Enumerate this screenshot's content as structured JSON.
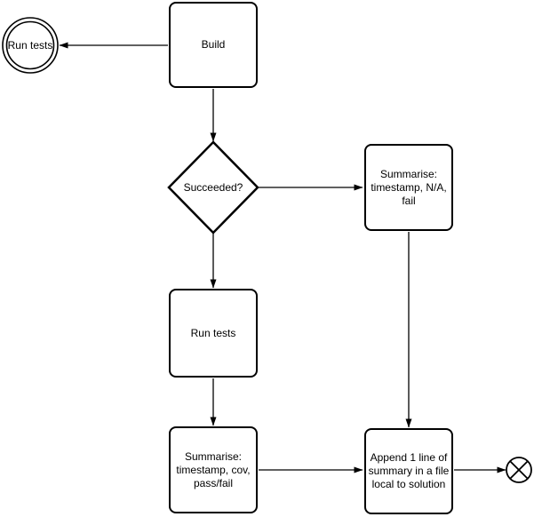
{
  "colors": {
    "stroke": "#000000",
    "node_fill": "#ffffff",
    "text": "#000000",
    "background": "#ffffff"
  },
  "nodes": {
    "start_event": {
      "type": "start-event-double-circle",
      "label": "Run tests"
    },
    "build": {
      "type": "process",
      "lines": [
        "Build"
      ]
    },
    "succeeded": {
      "type": "decision",
      "label": "Succeeded?"
    },
    "summarise_na": {
      "type": "process",
      "lines": [
        "Summarise:",
        "timestamp, N/A,",
        "fail"
      ]
    },
    "run_tests": {
      "type": "process",
      "lines": [
        "Run tests"
      ]
    },
    "summarise_cov": {
      "type": "process",
      "lines": [
        "Summarise:",
        "timestamp, cov,",
        "pass/fail"
      ]
    },
    "append_summary": {
      "type": "process",
      "lines": [
        "Append 1 line of",
        "summary in a file",
        "local to solution"
      ]
    },
    "end_event": {
      "type": "end-event-crossed-circle",
      "label": ""
    }
  },
  "edges": [
    {
      "from": "build",
      "to": "start_event",
      "label": ""
    },
    {
      "from": "build",
      "to": "succeeded",
      "label": ""
    },
    {
      "from": "succeeded",
      "to": "summarise_na",
      "label": ""
    },
    {
      "from": "succeeded",
      "to": "run_tests",
      "label": ""
    },
    {
      "from": "run_tests",
      "to": "summarise_cov",
      "label": ""
    },
    {
      "from": "summarise_cov",
      "to": "append_summary",
      "label": ""
    },
    {
      "from": "summarise_na",
      "to": "append_summary",
      "label": ""
    },
    {
      "from": "append_summary",
      "to": "end_event",
      "label": ""
    }
  ]
}
